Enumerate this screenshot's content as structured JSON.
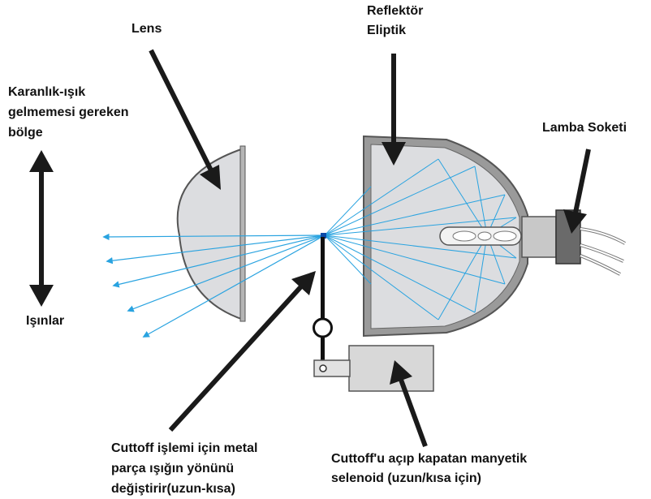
{
  "labels": {
    "lens": "Lens",
    "reflector_line1": "Reflektör",
    "reflector_line2": "Eliptik",
    "dark_zone_line1": "Karanlık-ışık",
    "dark_zone_line2": "gelmemesi gereken",
    "dark_zone_line3": "bölge",
    "rays": "Işınlar",
    "socket": "Lamba Soketi",
    "cutoff_line1": "Cuttoff işlemi için metal",
    "cutoff_line2": "parça ışığın yönünü",
    "cutoff_line3": "değiştirir(uzun-kısa)",
    "solenoid_line1": "Cuttoff'u açıp kapatan manyetik",
    "solenoid_line2": "selenoid (uzun/kısa için)"
  },
  "colors": {
    "ray": "#29a3e0",
    "outline": "#555555",
    "fill": "#dcdde0",
    "arrow": "#1a1a1a"
  }
}
